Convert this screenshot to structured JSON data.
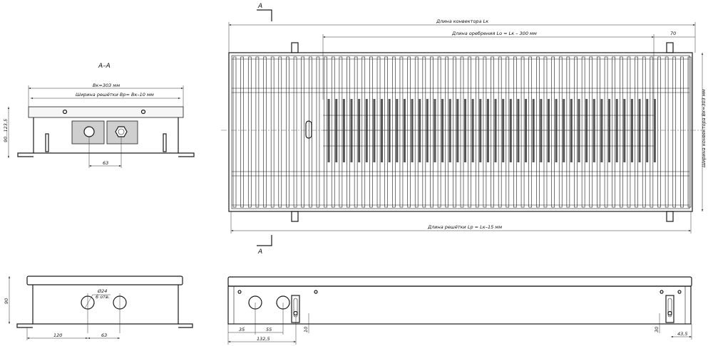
{
  "section_marks": {
    "top": "А",
    "bottom": "А",
    "section_title": "А–А"
  },
  "section_view": {
    "width_label": "Вк=303 мм",
    "grille_width_label": "Ширина решётки Вр= Вк–10 мм",
    "height_label": "90...123,5",
    "pipe_spacing": "63"
  },
  "top_view": {
    "length_label": "Длина конвектора Lк",
    "fin_length_label": "Длина оребрения Lо = Lк – 300 мм",
    "offset_label": "70",
    "width_label": "Ширина конвектора Вк=303 мм",
    "grille_length_label": "Длина решётки Lр = Lк–15 мм",
    "bar_count": 61
  },
  "end_view": {
    "height_label": "90",
    "hole_label": "Ø24",
    "hole_count_label": "6 отв.",
    "dim_120": "120",
    "dim_63": "63"
  },
  "side_view": {
    "dim_35": "35",
    "dim_55": "55",
    "dim_132": "132,5",
    "dim_10": "10",
    "dim_30": "30",
    "dim_43": "43,5"
  }
}
